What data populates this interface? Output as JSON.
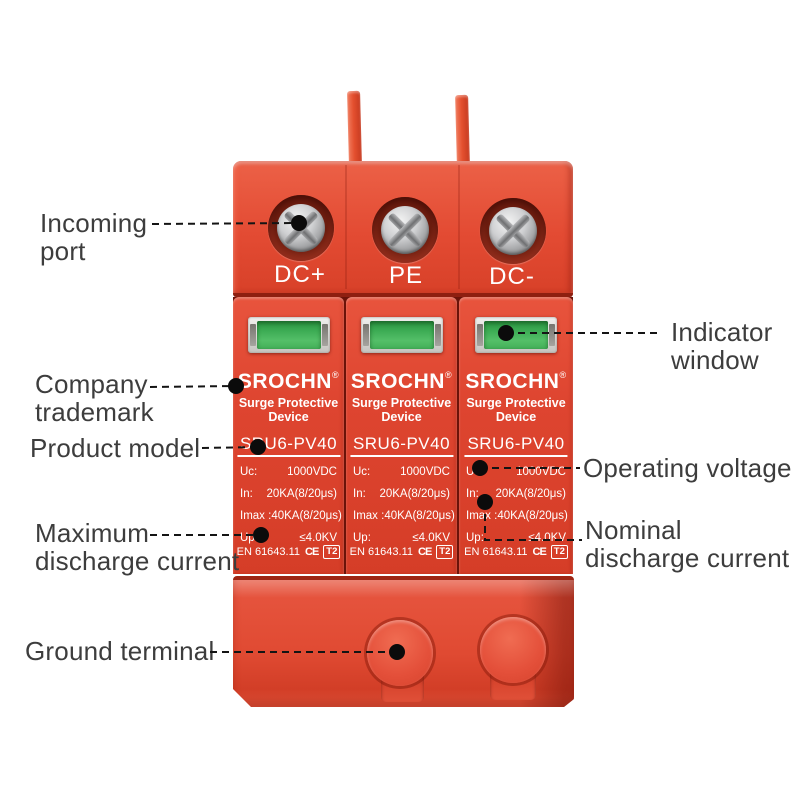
{
  "colors": {
    "body_red": "#e2492f",
    "module_red": "#dd4530",
    "indicator_green": "#3fae56",
    "device_text": "#ffffff",
    "callout_text": "#3d3d3d",
    "callout_line": "#141414"
  },
  "device": {
    "terminal_labels": [
      "DC+",
      "PE",
      "DC-"
    ],
    "module": {
      "brand": "SROCHN",
      "registered_mark": "®",
      "subtitle_line1": "Surge Protective",
      "subtitle_line2": "Device",
      "model": "SRU6-PV40",
      "specs": [
        {
          "label": "Uc:",
          "value": "1000VDC"
        },
        {
          "label": "In:",
          "value": "20KA(8/20μs)"
        },
        {
          "label": "Imax :",
          "value": "40KA(8/20μs)"
        },
        {
          "label": "Up:",
          "value": "≤4.0KV"
        }
      ],
      "cert_standard": "EN 61643.11",
      "cert_ce": "CE",
      "cert_class": "T2"
    }
  },
  "callouts": {
    "incoming_port": {
      "line1": "Incoming",
      "line2": "port"
    },
    "indicator_window": {
      "line1": "Indicator",
      "line2": "window"
    },
    "company_trademark": {
      "line1": "Company",
      "line2": "trademark"
    },
    "product_model": {
      "line1": "Product model"
    },
    "operating_voltage": {
      "line1": "Operating voltage"
    },
    "maximum_discharge_current": {
      "line1": "Maximum",
      "line2": "discharge current"
    },
    "nominal_discharge_current": {
      "line1": "Nominal",
      "line2": "discharge current"
    },
    "ground_terminal": {
      "line1": "Ground terminal"
    }
  }
}
